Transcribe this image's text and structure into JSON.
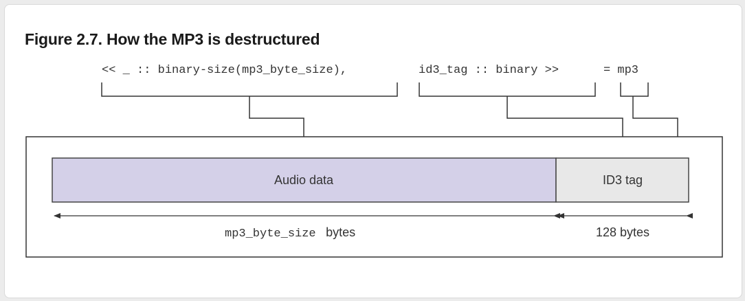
{
  "figure": {
    "caption": "Figure 2.7. How the MP3 is destructured",
    "pattern": {
      "part1": "<< _ :: binary-size(mp3_byte_size),",
      "part2": "id3_tag :: binary >>",
      "part3": "= mp3"
    },
    "segments": {
      "audio_label": "Audio data",
      "id3_label": "ID3 tag"
    },
    "dimensions": {
      "audio_size_mono": "mp3_byte_size",
      "audio_size_unit": "bytes",
      "id3_size": "128 bytes"
    },
    "colors": {
      "audio_fill": "#d4d0e8",
      "id3_fill": "#e8e8e8",
      "line": "#333333"
    }
  }
}
